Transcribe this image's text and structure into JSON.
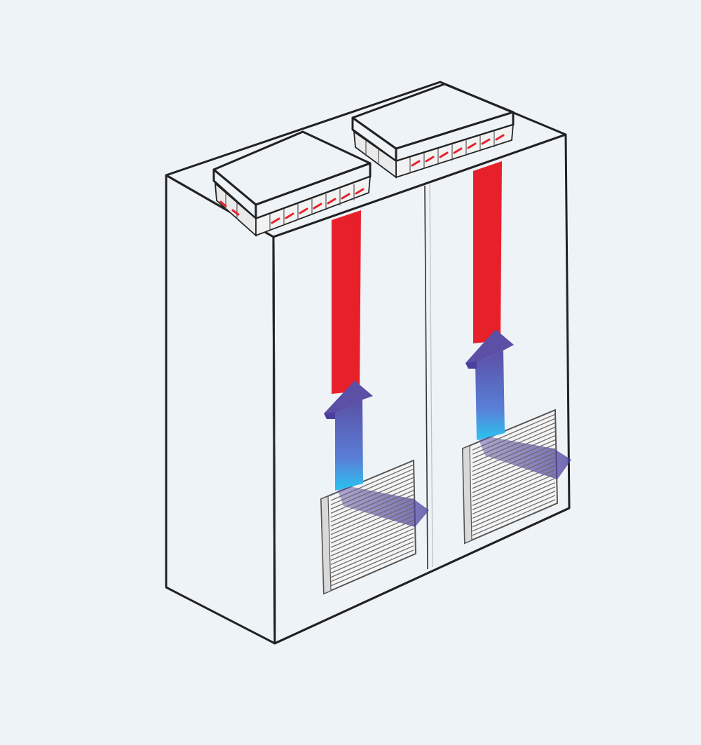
{
  "diagram": {
    "subject": "enclosure-airflow",
    "colors": {
      "background": "#eef3f7",
      "cabinet_face": "#f8f8f8",
      "cabinet_side": "#ffffff",
      "cabinet_top": "#f3f3f3",
      "hot_air": "#e8202a",
      "cool_air_start": "#29c4f0",
      "cool_air_end": "#5b4fa6",
      "outline": "#222222"
    },
    "icons": {
      "fan_unit": "roof-fan-icon",
      "hot_air": "red-exhaust-flow",
      "cool_air": "blue-intake-arrow",
      "grille": "louvre-grille"
    },
    "units": {
      "doors": 2,
      "roof_fans": 2,
      "intake_grilles": 2
    }
  }
}
